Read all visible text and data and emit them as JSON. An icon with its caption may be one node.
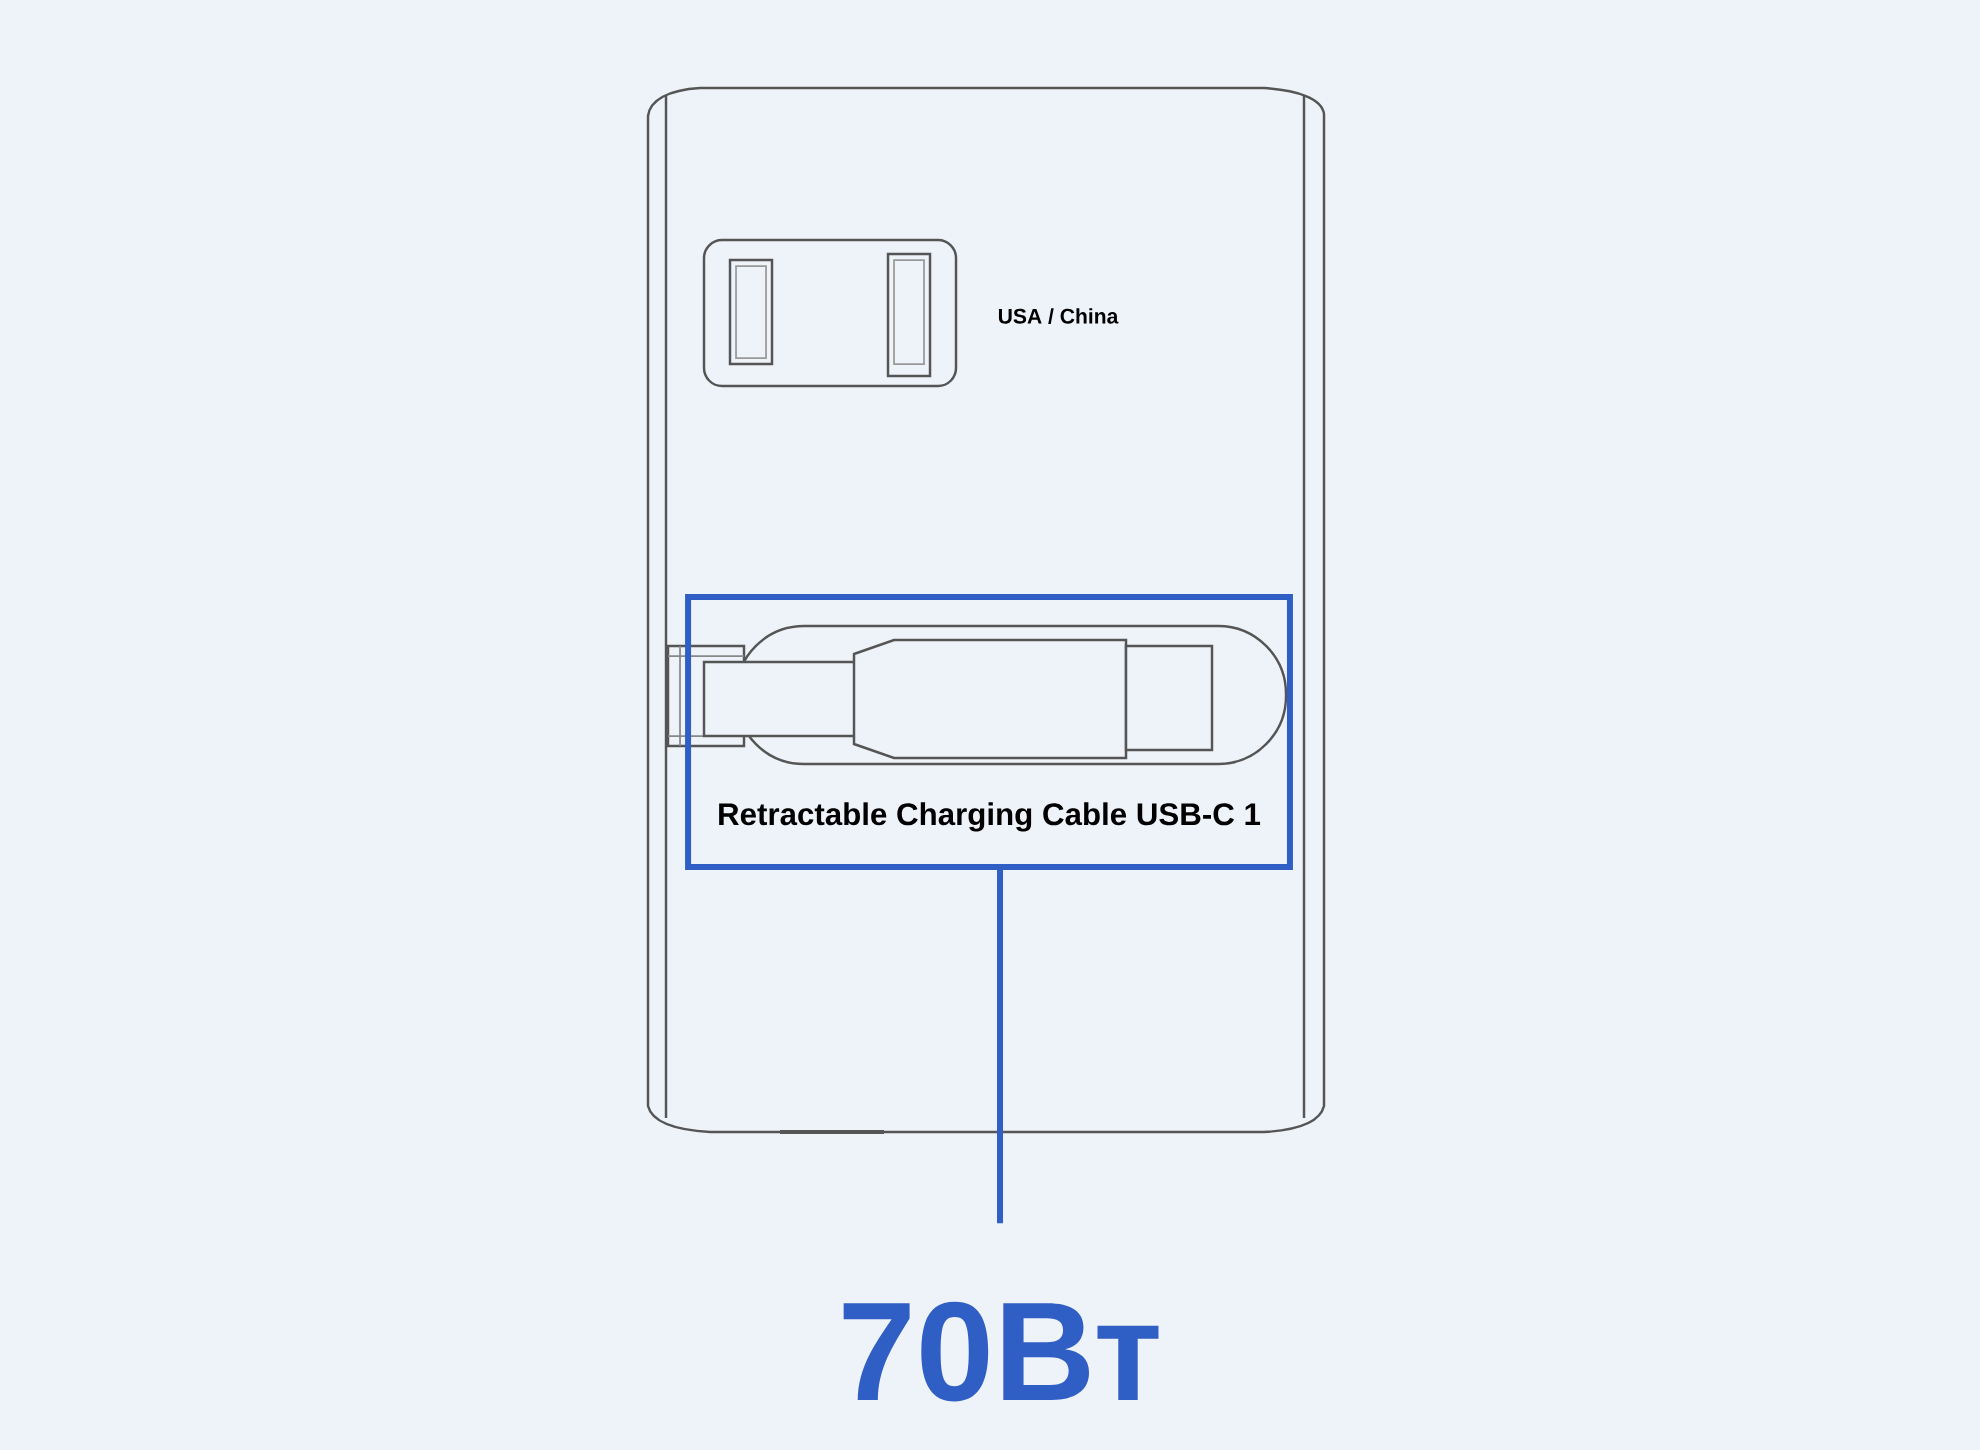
{
  "diagram": {
    "nodes": [
      {
        "text": [
          "Retractable Charging Cable USB-C 1"
        ]
      },
      {
        "text": [
          "70Вт"
        ]
      }
    ],
    "edges": [
      {
        "from": 0,
        "to": 1,
        "arrow": "none"
      }
    ],
    "labels": [
      "USA / China"
    ]
  }
}
